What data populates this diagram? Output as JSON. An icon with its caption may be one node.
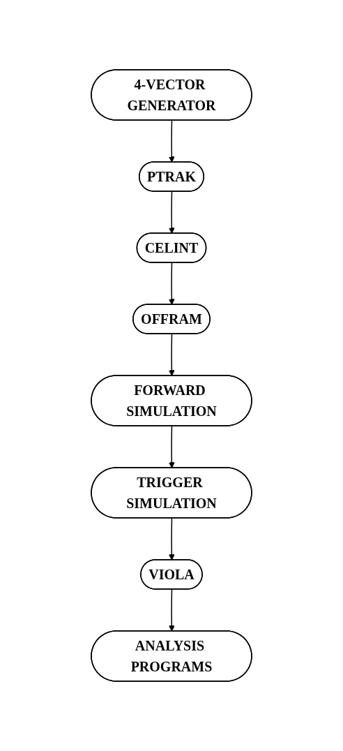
{
  "diagram": {
    "nodes": [
      {
        "text": [
          "4-VECTOR GENERATOR"
        ]
      },
      {
        "text": [
          "PTRAK"
        ]
      },
      {
        "text": [
          "CELINT"
        ]
      },
      {
        "text": [
          "OFFRAM"
        ]
      },
      {
        "text": [
          "FORWARD SIMULATION"
        ]
      },
      {
        "text": [
          "TRIGGER SIMULATION"
        ]
      },
      {
        "text": [
          "VIOLA"
        ]
      },
      {
        "text": [
          "ANALYSIS PROGRAMS"
        ]
      }
    ],
    "edges": [
      {
        "from": 0,
        "to": 1,
        "arrow": "to"
      },
      {
        "from": 1,
        "to": 2,
        "arrow": "to"
      },
      {
        "from": 2,
        "to": 3,
        "arrow": "to"
      },
      {
        "from": 3,
        "to": 4,
        "arrow": "to"
      },
      {
        "from": 4,
        "to": 5,
        "arrow": "to"
      },
      {
        "from": 5,
        "to": 6,
        "arrow": "to"
      },
      {
        "from": 6,
        "to": 7,
        "arrow": "to"
      }
    ]
  }
}
